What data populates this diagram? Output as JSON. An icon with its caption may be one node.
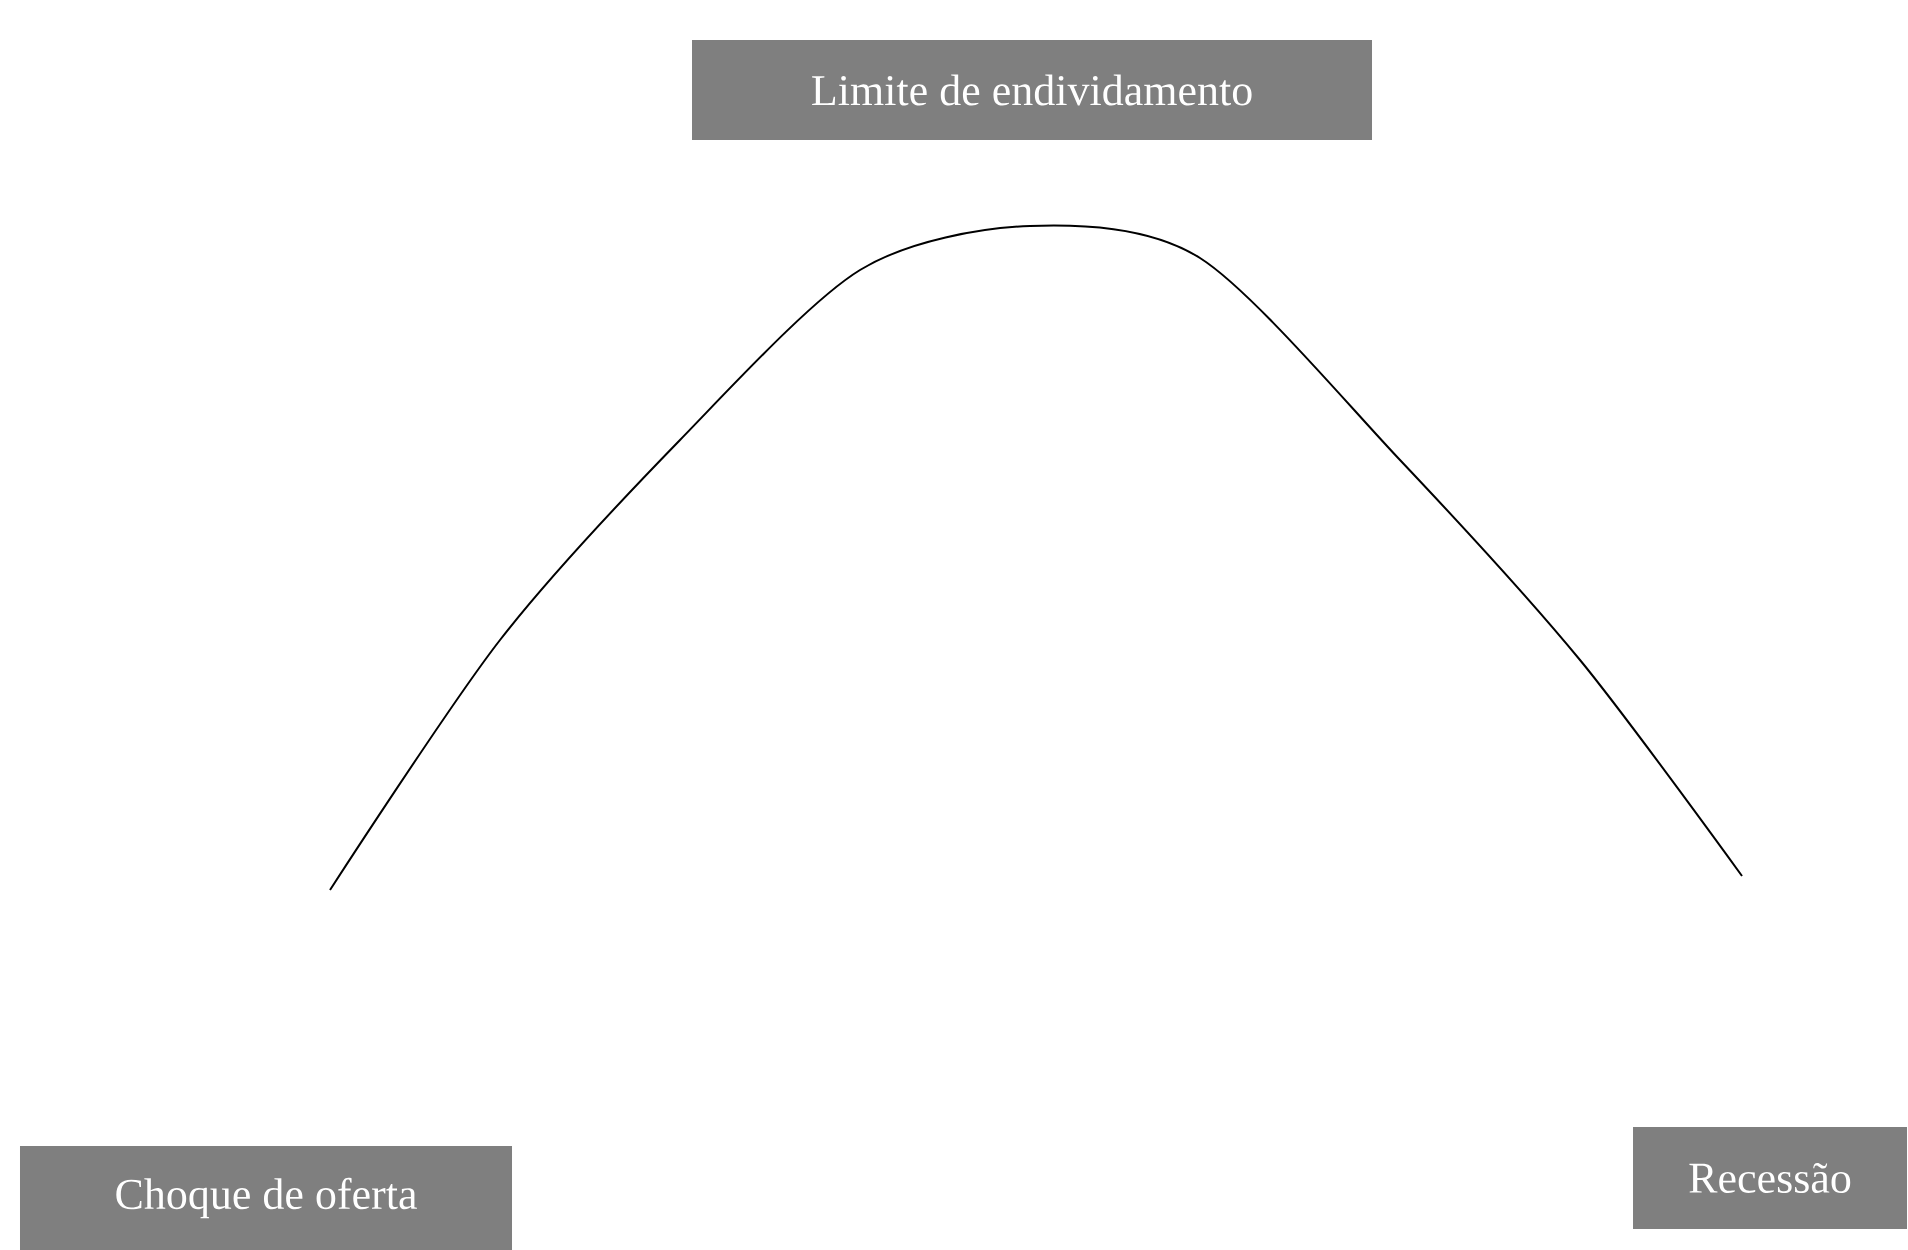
{
  "diagram": {
    "nodes": [
      {
        "text": [
          "Limite de endividamento"
        ]
      },
      {
        "text": [
          "Choque de oferta"
        ]
      },
      {
        "text": [
          "Recessão"
        ]
      }
    ]
  }
}
